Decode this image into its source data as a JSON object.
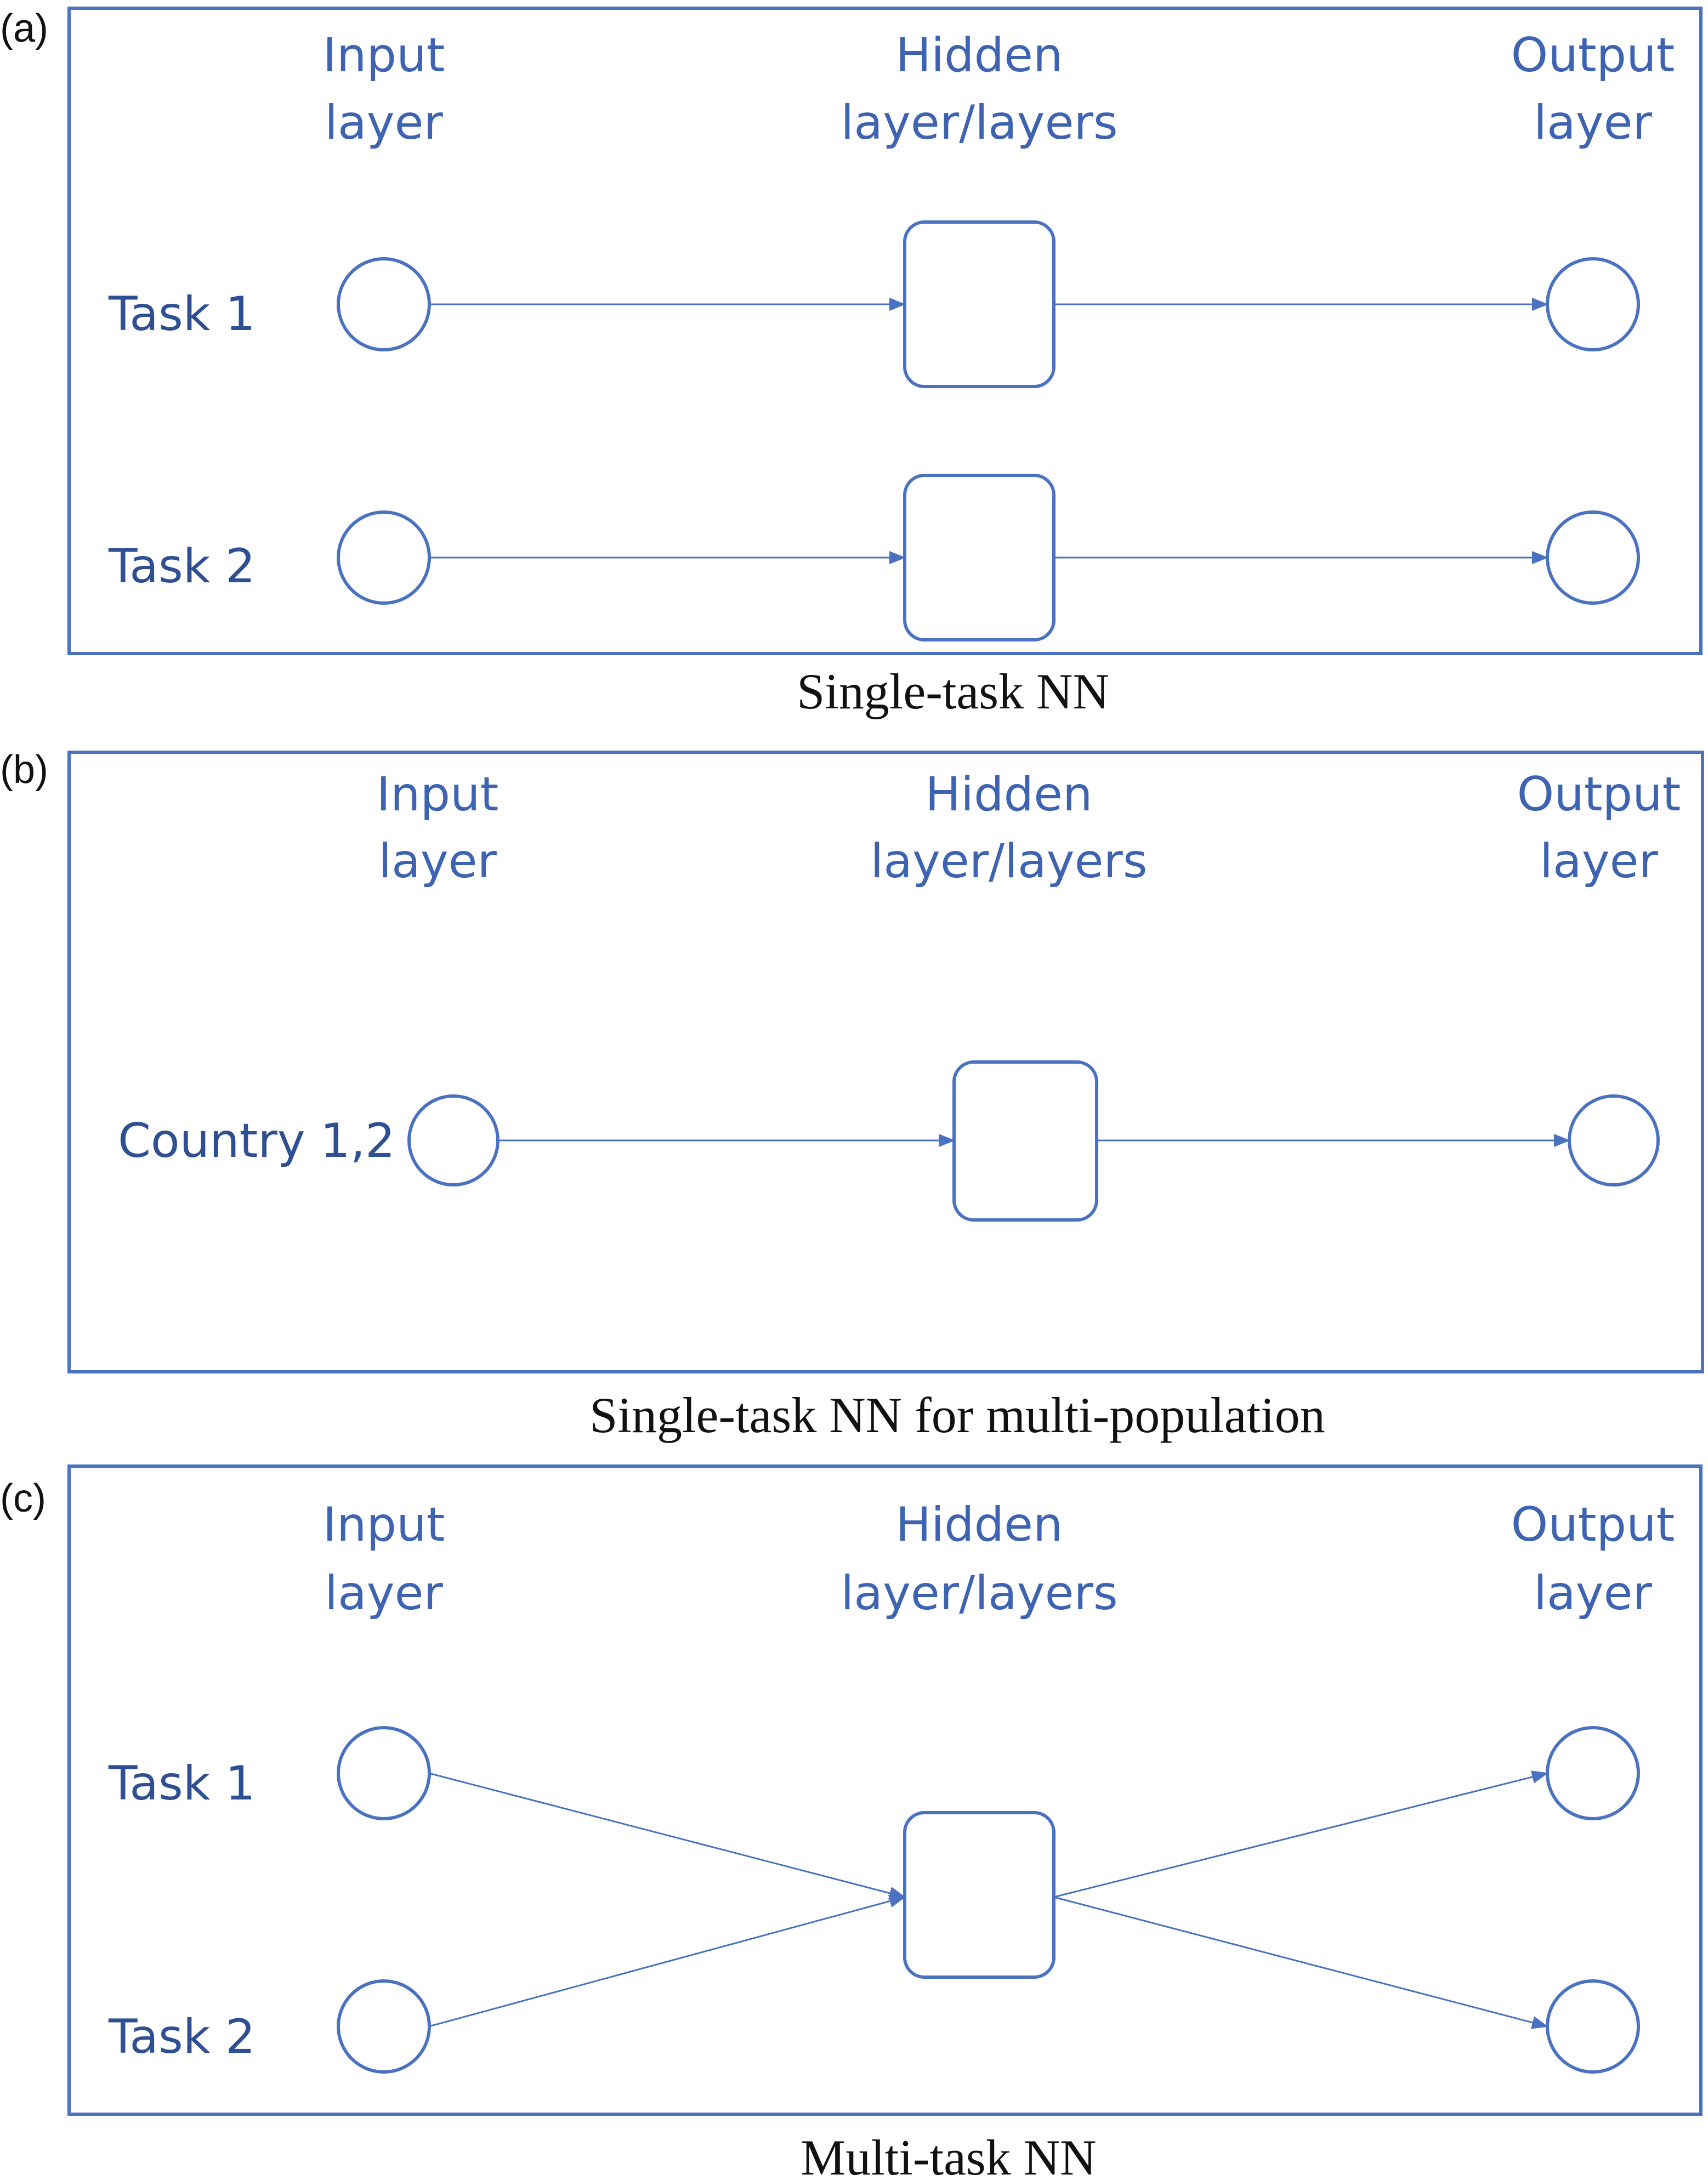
{
  "colors": {
    "stroke": "#4A72C0",
    "header_text": "#3D63B1",
    "row_text": "#2E4F91",
    "caption_text": "#111111",
    "background": "#FFFFFF"
  },
  "panels": [
    {
      "letter": "(a)",
      "headers": {
        "input": [
          "Input",
          "layer"
        ],
        "hidden": [
          "Hidden",
          "layer/layers"
        ],
        "output": [
          "Output",
          "layer"
        ]
      },
      "rows": [
        "Task 1",
        "Task 2"
      ],
      "caption": "Single-task NN"
    },
    {
      "letter": "(b)",
      "headers": {
        "input": [
          "Input",
          "layer"
        ],
        "hidden": [
          "Hidden",
          "layer/layers"
        ],
        "output": [
          "Output",
          "layer"
        ]
      },
      "rows": [
        "Country 1,2"
      ],
      "caption": "Single-task NN for multi-population"
    },
    {
      "letter": "(c)",
      "headers": {
        "input": [
          "Input",
          "layer"
        ],
        "hidden": [
          "Hidden",
          "layer/layers"
        ],
        "output": [
          "Output",
          "layer"
        ]
      },
      "rows": [
        "Task 1",
        "Task 2"
      ],
      "caption": "Multi-task NN"
    }
  ]
}
